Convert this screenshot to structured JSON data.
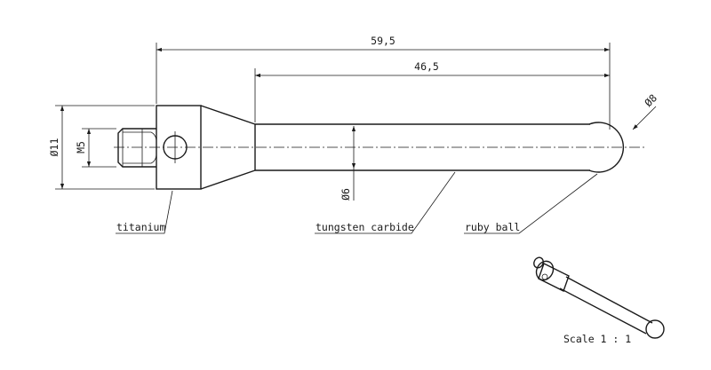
{
  "dimensions": {
    "overall_length": "59,5",
    "stem_length": "46,5",
    "shank_diameter": "Ø11",
    "thread": "M5",
    "stem_diameter": "Ø6",
    "ball_diameter": "Ø8"
  },
  "callouts": {
    "shank_material": "titanium",
    "stem_material": "tungsten carbide",
    "tip_material": "ruby ball"
  },
  "scale_text": "Scale 1 : 1"
}
